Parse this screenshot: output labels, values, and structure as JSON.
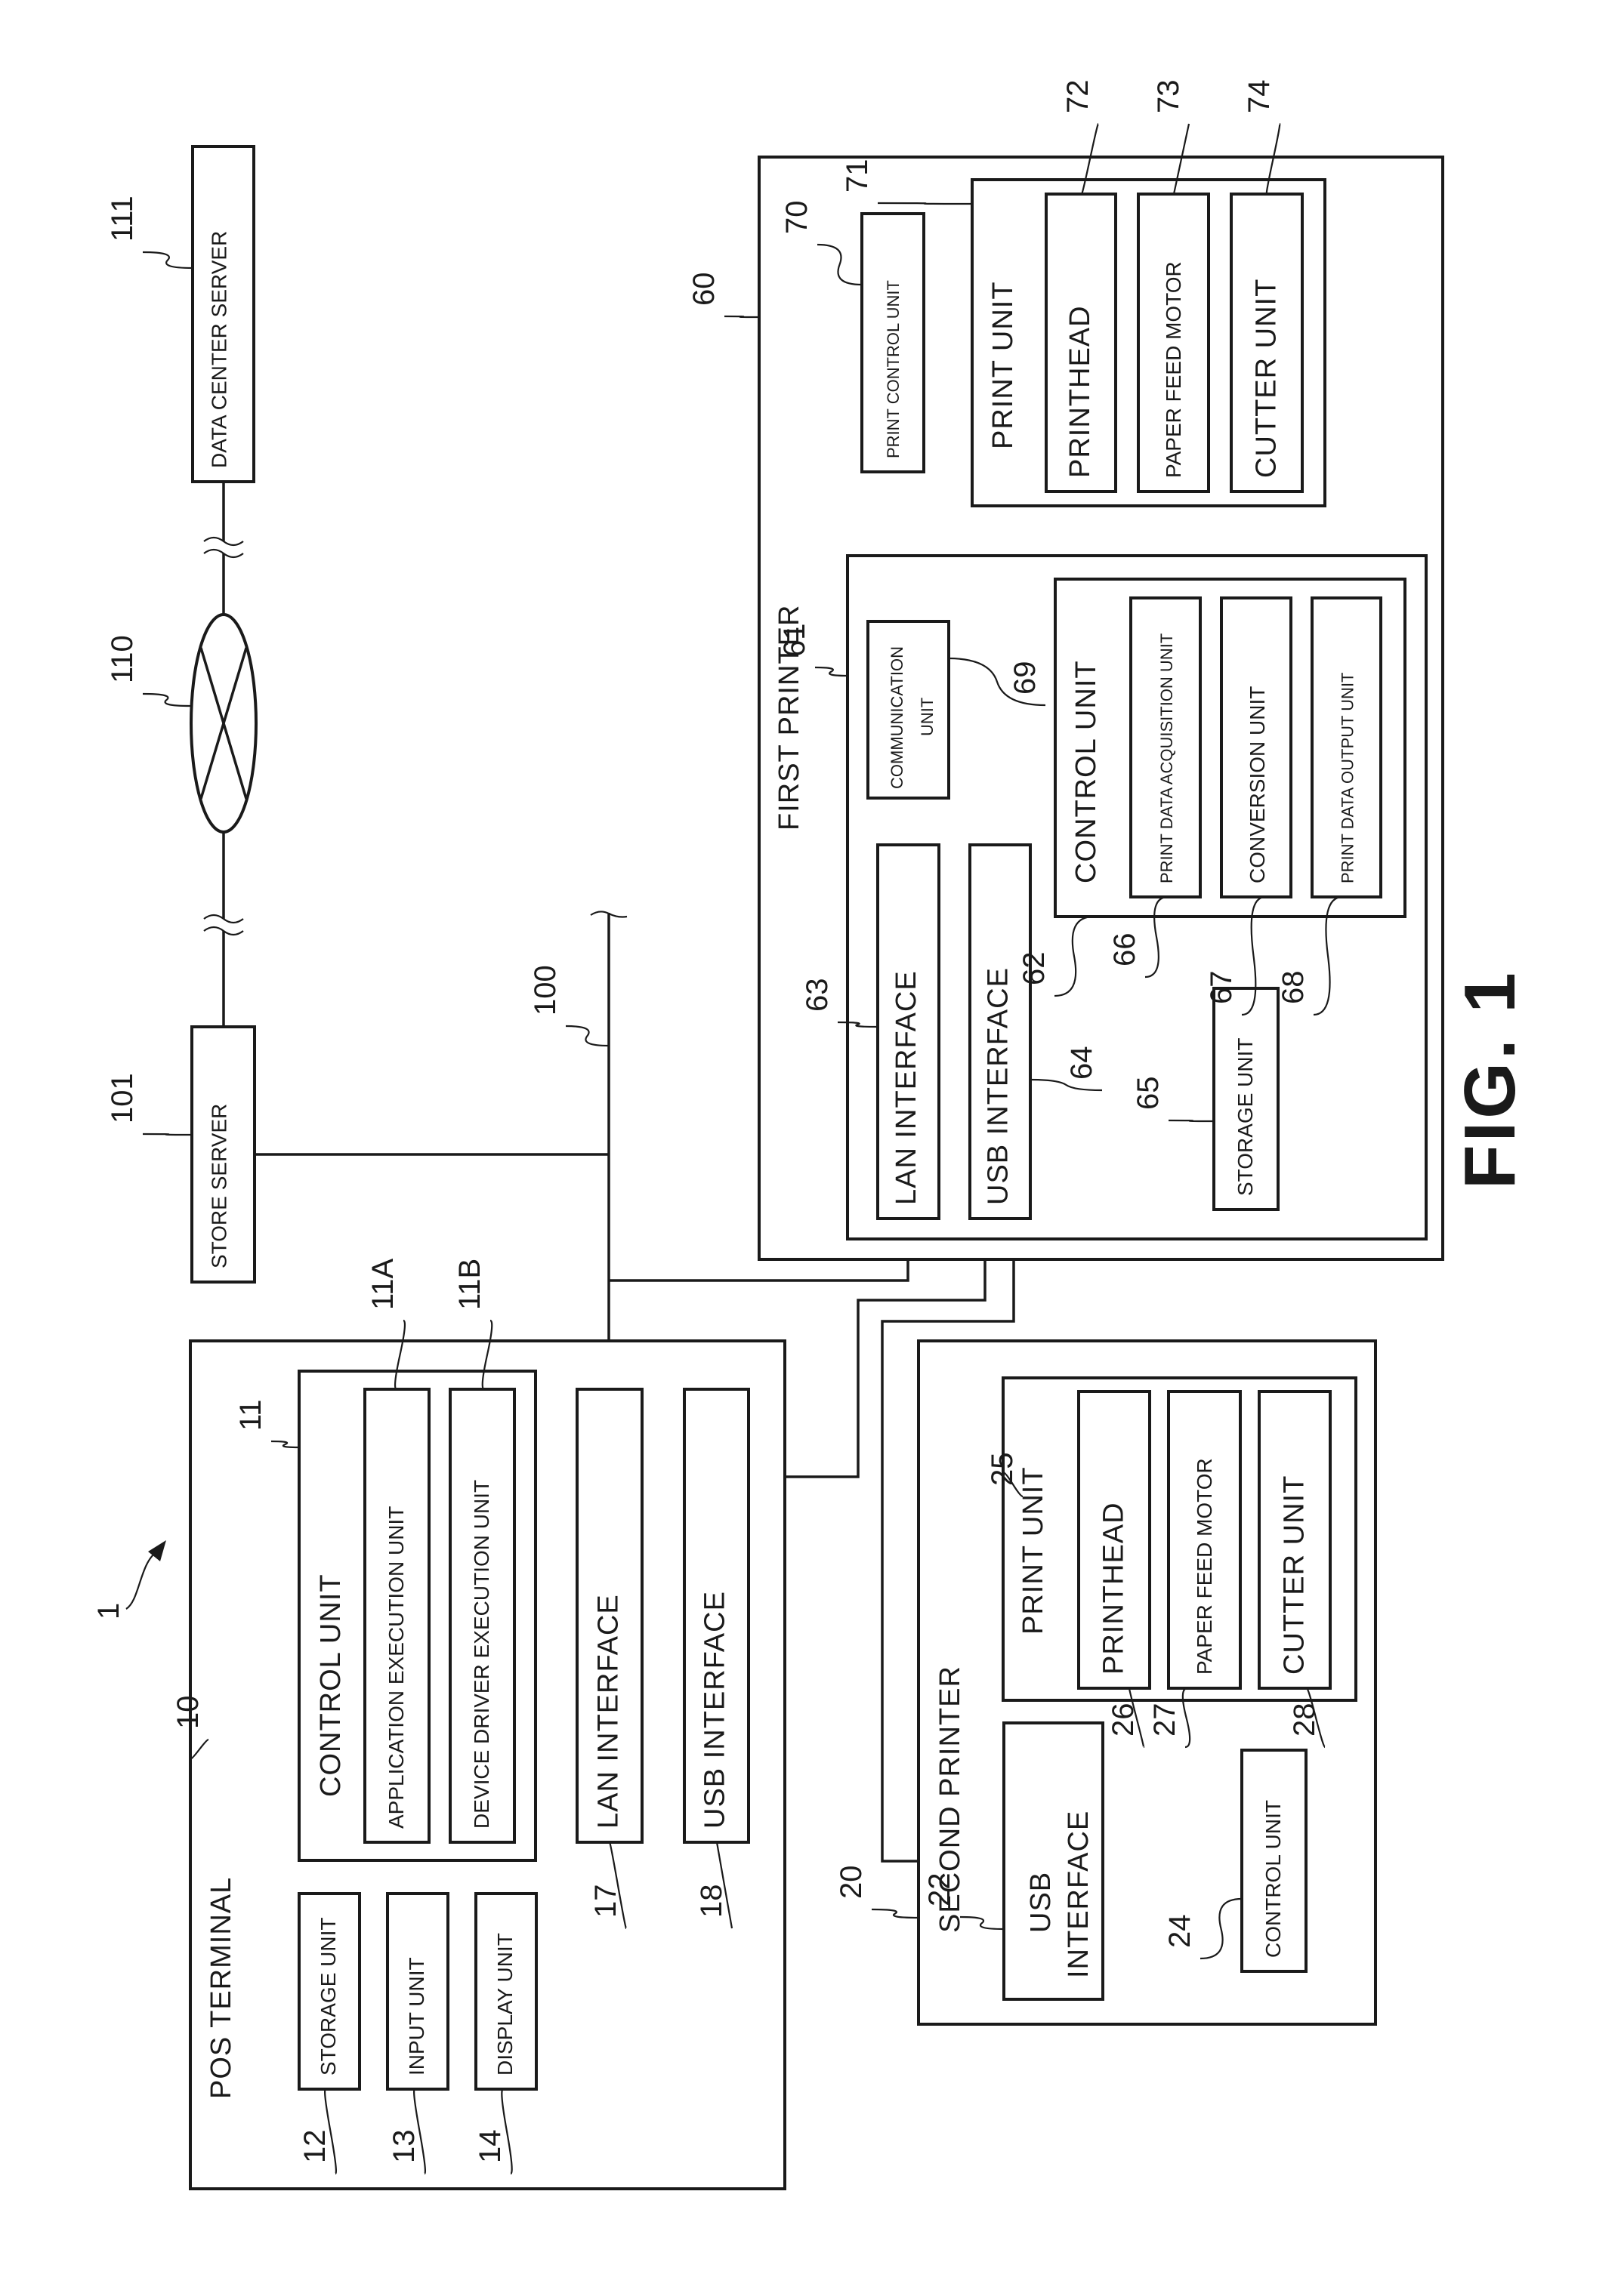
{
  "figure": {
    "title": "FIG. 1",
    "system_ref": "1",
    "orientation": "rotated 90° counter-clockwise (text reads bottom-to-top)"
  },
  "blocks": [
    {
      "id": "data_center_server",
      "ref": "111",
      "label": "DATA CENTER SERVER"
    },
    {
      "id": "network",
      "ref": "110",
      "label": "",
      "shape": "ellipse-with-x"
    },
    {
      "id": "store_server",
      "ref": "101",
      "label": "STORE SERVER"
    },
    {
      "id": "lan",
      "ref": "100",
      "label": ""
    },
    {
      "id": "pos_terminal",
      "ref": "10",
      "label": "POS TERMINAL"
    },
    {
      "id": "pos_control_unit",
      "ref": "11",
      "label": "CONTROL UNIT",
      "parent": "pos_terminal"
    },
    {
      "id": "app_exec_unit",
      "ref": "11A",
      "label": "APPLICATION EXECUTION UNIT",
      "parent": "pos_control_unit"
    },
    {
      "id": "device_driver_exec_unit",
      "ref": "11B",
      "label": "DEVICE DRIVER EXECUTION UNIT",
      "parent": "pos_control_unit"
    },
    {
      "id": "pos_storage_unit",
      "ref": "12",
      "label": "STORAGE UNIT",
      "parent": "pos_terminal"
    },
    {
      "id": "pos_input_unit",
      "ref": "13",
      "label": "INPUT UNIT",
      "parent": "pos_terminal"
    },
    {
      "id": "pos_display_unit",
      "ref": "14",
      "label": "DISPLAY UNIT",
      "parent": "pos_terminal"
    },
    {
      "id": "pos_lan_interface",
      "ref": "17",
      "label": "LAN INTERFACE",
      "parent": "pos_terminal"
    },
    {
      "id": "pos_usb_interface",
      "ref": "18",
      "label": "USB INTERFACE",
      "parent": "pos_terminal"
    },
    {
      "id": "second_printer",
      "ref": "20",
      "label": "SECOND PRINTER"
    },
    {
      "id": "sp_usb_interface",
      "ref": "22",
      "label": "USB INTERFACE",
      "parent": "second_printer"
    },
    {
      "id": "sp_control_unit",
      "ref": "24",
      "label": "CONTROL UNIT",
      "parent": "second_printer"
    },
    {
      "id": "sp_print_unit",
      "ref": "25",
      "label": "PRINT UNIT",
      "parent": "second_printer"
    },
    {
      "id": "sp_printhead",
      "ref": "26",
      "label": "PRINTHEAD",
      "parent": "sp_print_unit"
    },
    {
      "id": "sp_paper_feed_motor",
      "ref": "27",
      "label": "PAPER FEED MOTOR",
      "parent": "sp_print_unit"
    },
    {
      "id": "sp_cutter_unit",
      "ref": "28",
      "label": "CUTTER UNIT",
      "parent": "sp_print_unit"
    },
    {
      "id": "first_printer",
      "ref": "60",
      "label": "FIRST PRINTER"
    },
    {
      "id": "fp_controller",
      "ref": "61",
      "label": "",
      "parent": "first_printer"
    },
    {
      "id": "fp_control_unit",
      "ref": "62",
      "label": "CONTROL UNIT",
      "parent": "fp_controller"
    },
    {
      "id": "fp_lan_interface",
      "ref": "63",
      "label": "LAN INTERFACE",
      "parent": "fp_controller"
    },
    {
      "id": "fp_usb_interface",
      "ref": "64",
      "label": "USB INTERFACE",
      "parent": "fp_controller"
    },
    {
      "id": "fp_storage_unit",
      "ref": "65",
      "label": "STORAGE UNIT",
      "parent": "fp_controller"
    },
    {
      "id": "fp_print_data_acquisition_unit",
      "ref": "66",
      "label": "PRINT DATA ACQUISITION UNIT",
      "parent": "fp_control_unit"
    },
    {
      "id": "fp_conversion_unit",
      "ref": "67",
      "label": "CONVERSION UNIT",
      "parent": "fp_control_unit"
    },
    {
      "id": "fp_print_data_output_unit",
      "ref": "68",
      "label": "PRINT DATA OUTPUT UNIT",
      "parent": "fp_control_unit"
    },
    {
      "id": "fp_communication_unit",
      "ref": "69",
      "label": "COMMUNICATION UNIT",
      "parent": "fp_controller"
    },
    {
      "id": "fp_print_control_unit",
      "ref": "70",
      "label": "PRINT CONTROL UNIT",
      "parent": "first_printer"
    },
    {
      "id": "fp_print_unit",
      "ref": "71",
      "label": "PRINT UNIT",
      "parent": "first_printer"
    },
    {
      "id": "fp_printhead",
      "ref": "72",
      "label": "PRINTHEAD",
      "parent": "fp_print_unit"
    },
    {
      "id": "fp_paper_feed_motor",
      "ref": "73",
      "label": "PAPER FEED MOTOR",
      "parent": "fp_print_unit"
    },
    {
      "id": "fp_cutter_unit",
      "ref": "74",
      "label": "CUTTER UNIT",
      "parent": "fp_print_unit"
    }
  ],
  "connections": [
    {
      "from": "store_server",
      "to": "network",
      "note": "broken line"
    },
    {
      "from": "network",
      "to": "data_center_server",
      "note": "broken line"
    },
    {
      "from": "store_server",
      "to": "lan"
    },
    {
      "from": "pos_lan_interface",
      "to": "lan"
    },
    {
      "from": "fp_lan_interface",
      "to": "lan"
    },
    {
      "from": "pos_usb_interface",
      "to": "fp_usb_interface"
    },
    {
      "from": "sp_usb_interface",
      "to": "fp_usb_interface"
    },
    {
      "from": "pos_control_unit",
      "to": "pos_lan_interface"
    },
    {
      "from": "pos_control_unit",
      "to": "pos_storage_unit"
    },
    {
      "from": "pos_control_unit",
      "to": "pos_input_unit"
    },
    {
      "from": "pos_control_unit",
      "to": "pos_display_unit"
    },
    {
      "from": "sp_usb_interface",
      "to": "sp_control_unit"
    },
    {
      "from": "sp_control_unit",
      "to": "sp_print_unit"
    },
    {
      "from": "fp_lan_interface",
      "to": "fp_communication_unit"
    },
    {
      "from": "fp_usb_interface",
      "to": "fp_communication_unit"
    },
    {
      "from": "fp_communication_unit",
      "to": "fp_control_unit"
    },
    {
      "from": "fp_control_unit",
      "to": "fp_storage_unit"
    },
    {
      "from": "fp_control_unit",
      "to": "fp_print_control_unit"
    },
    {
      "from": "fp_print_control_unit",
      "to": "fp_print_unit"
    }
  ]
}
